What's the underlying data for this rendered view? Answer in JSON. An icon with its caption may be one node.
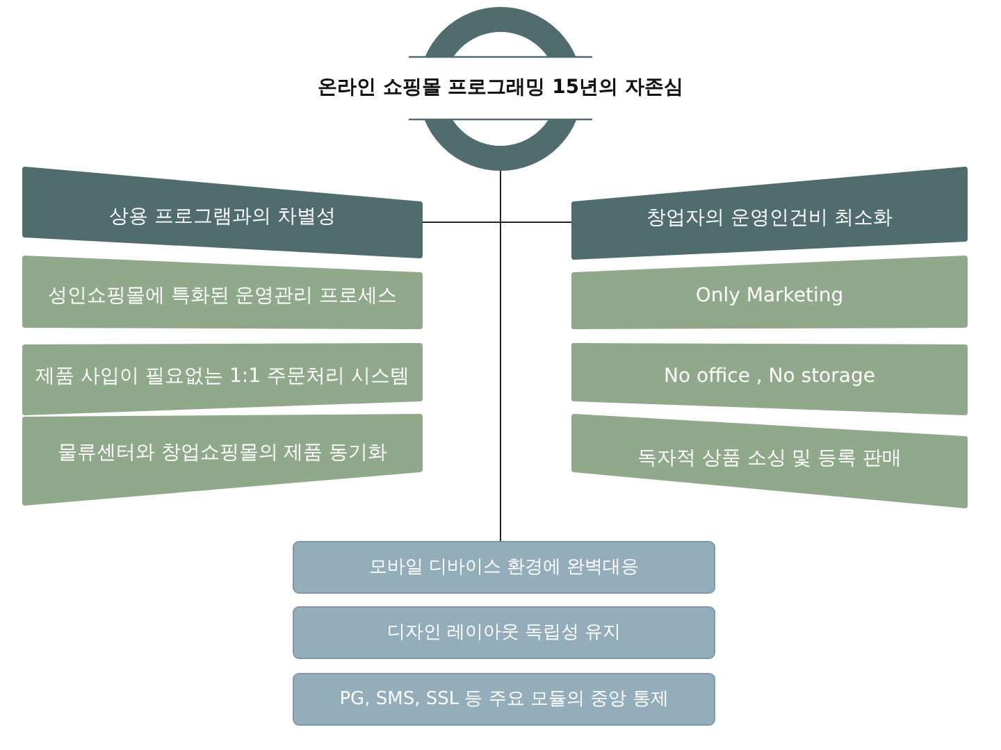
{
  "diagram": {
    "nodes": [
      {
        "text": [
          "온라인 쇼핑몰 프로그래밍 15년의 자존심"
        ]
      },
      {
        "text": [
          "상용 프로그램과의 차별성"
        ]
      },
      {
        "text": [
          "성인쇼핑몰에 특화된 운영관리 프로세스"
        ]
      },
      {
        "text": [
          "제품 사입이 필요없는 1:1 주문처리 시스템"
        ]
      },
      {
        "text": [
          "물류센터와 창업쇼핑몰의 제품 동기화"
        ]
      },
      {
        "text": [
          "창업자의 운영인건비 최소화"
        ]
      },
      {
        "text": [
          "Only Marketing"
        ]
      },
      {
        "text": [
          "No office , No storage"
        ]
      },
      {
        "text": [
          "독자적 상품 소싱 및 등록 판매"
        ]
      },
      {
        "text": [
          "모바일 디바이스 환경에 완벽대응"
        ]
      },
      {
        "text": [
          "디자인 레이아웃 독립성 유지"
        ]
      },
      {
        "text": [
          "PG, SMS, SSL 등 주요 모듈의 중앙 통제"
        ]
      }
    ],
    "edges": [
      {
        "from": 0,
        "to": 1,
        "arrow": "none"
      },
      {
        "from": 0,
        "to": 5,
        "arrow": "none"
      },
      {
        "from": 0,
        "to": 9,
        "arrow": "none"
      }
    ]
  }
}
